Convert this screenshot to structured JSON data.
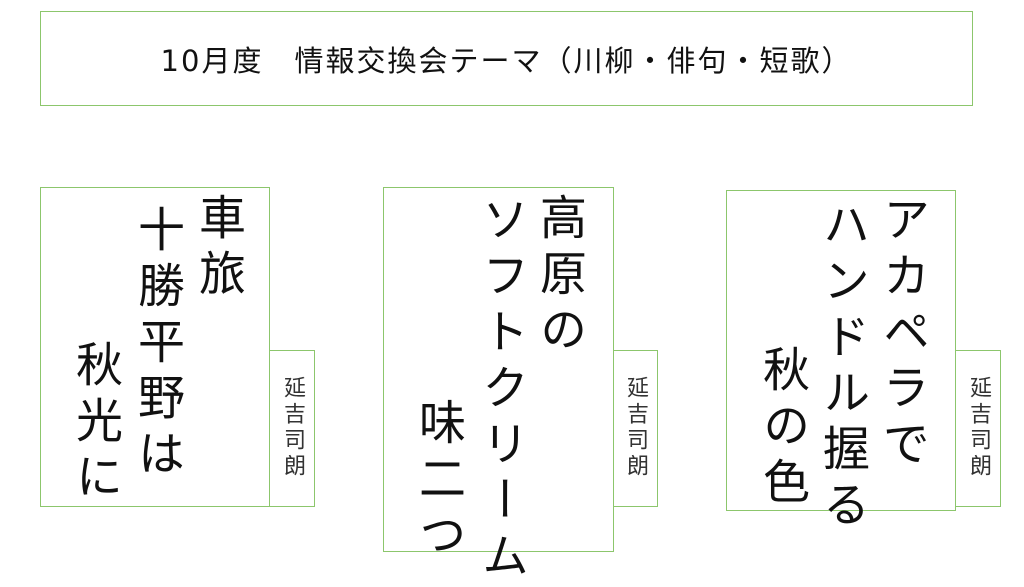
{
  "title": "10月度　情報交換会テーマ（川柳・俳句・短歌）",
  "border_color": "#8cc66c",
  "poems": [
    {
      "lines": [
        "車旅",
        "十勝平野は",
        "秋光に"
      ],
      "author": "延吉司朗"
    },
    {
      "lines": [
        "高原の",
        "ソフトクリーム",
        "味二つ"
      ],
      "author": "延吉司朗"
    },
    {
      "lines": [
        "アカペラで",
        "ハンドル握る",
        "秋の色"
      ],
      "author": "延吉司朗"
    }
  ]
}
